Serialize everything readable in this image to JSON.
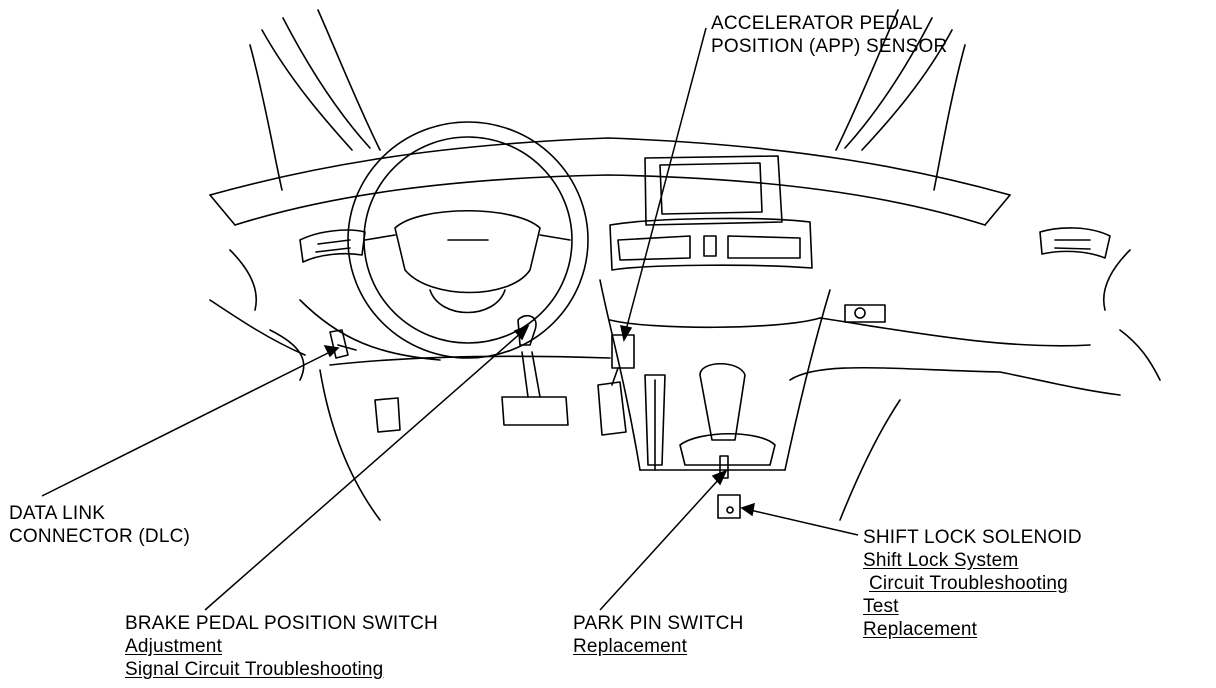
{
  "labels": {
    "app_sensor": {
      "lines": [
        "ACCELERATOR PEDAL",
        "POSITION (APP) SENSOR"
      ]
    },
    "dlc": {
      "lines": [
        "DATA LINK",
        "CONNECTOR (DLC)"
      ]
    },
    "brake_switch": {
      "title": "BRAKE PEDAL POSITION SWITCH",
      "links": [
        "Adjustment",
        "Signal Circuit Troubleshooting"
      ]
    },
    "park_pin_switch": {
      "title": "PARK PIN SWITCH",
      "links": [
        "Replacement"
      ]
    },
    "shift_lock_solenoid": {
      "title": "SHIFT LOCK SOLENOID",
      "links": [
        "Shift Lock System",
        "Circuit Troubleshooting",
        "Test",
        "Replacement"
      ]
    }
  },
  "colors": {
    "line": "#000000",
    "background": "#ffffff"
  }
}
